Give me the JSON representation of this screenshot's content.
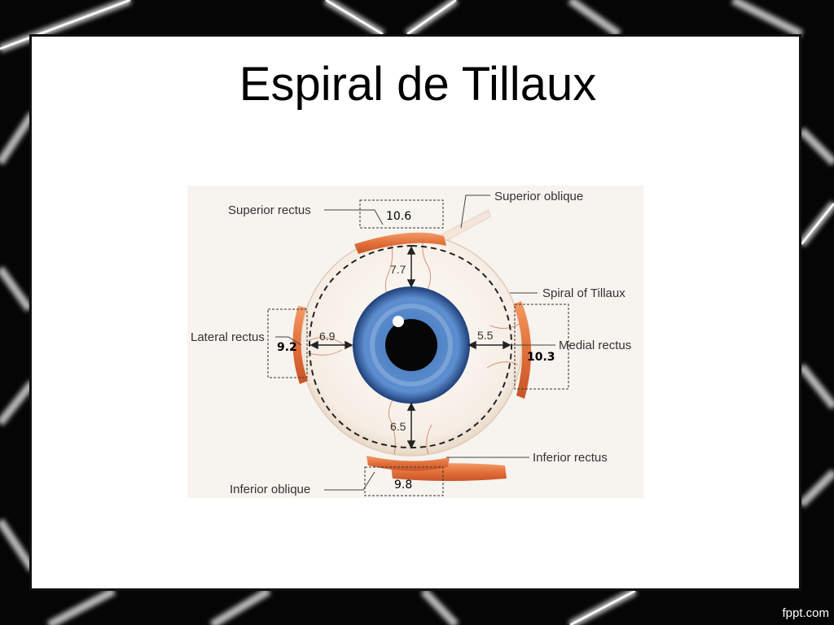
{
  "slide": {
    "title": "Espiral de Tillaux"
  },
  "diagram": {
    "labels": {
      "superior_rectus": "Superior rectus",
      "superior_oblique": "Superior oblique",
      "spiral_of_tillaux": "Spiral of Tillaux",
      "lateral_rectus": "Lateral rectus",
      "medial_rectus": "Medial rectus",
      "inferior_rectus": "Inferior rectus",
      "inferior_oblique": "Inferior oblique"
    },
    "distances": {
      "superior": "7.7",
      "lateral": "6.9",
      "medial": "5.5",
      "inferior": "6.5"
    },
    "widths": {
      "superior": "10.6",
      "lateral": "9.2",
      "medial": "10.3",
      "inferior": "9.8"
    },
    "colors": {
      "muscle": "#e2703a",
      "iris": "#3f6fb0",
      "sclera": "#fbf6f0"
    }
  },
  "footer": {
    "watermark": "fppt.com"
  }
}
